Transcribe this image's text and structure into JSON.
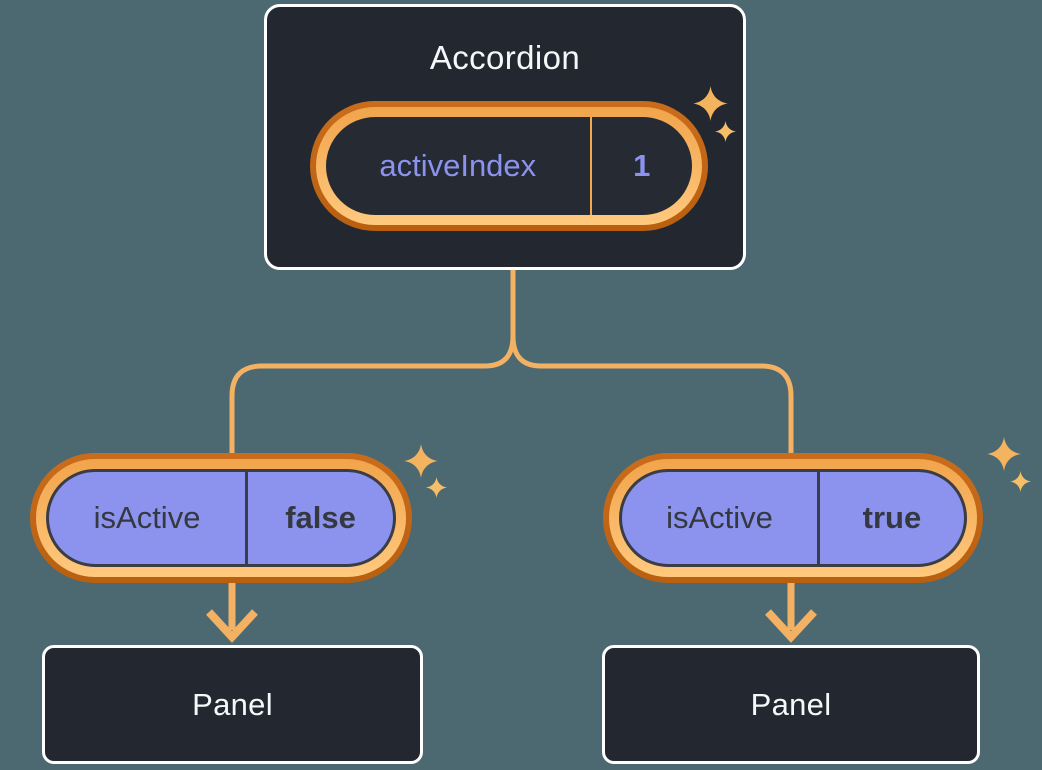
{
  "accordion": {
    "title": "Accordion",
    "pill": {
      "label": "activeIndex",
      "value": "1"
    }
  },
  "children": [
    {
      "pill": {
        "label": "isActive",
        "value": "false"
      },
      "panel": {
        "title": "Panel"
      }
    },
    {
      "pill": {
        "label": "isActive",
        "value": "true"
      },
      "panel": {
        "title": "Panel"
      }
    }
  ],
  "icons": {
    "sparkle": "✦"
  },
  "colors": {
    "background": "#4C6971",
    "node_background": "#23272F",
    "node_border": "#FFFFFF",
    "text_light": "#F6F7F9",
    "text_dark": "#35383F",
    "text_purple": "#8B93EE",
    "pill_fill_purple": "#8B93EE",
    "ring_outer_orange": "#C2661B",
    "ring_inner_orange": "#FBB863",
    "connector_orange": "#F3B164",
    "sparkle_orange": "#F4B45F"
  }
}
